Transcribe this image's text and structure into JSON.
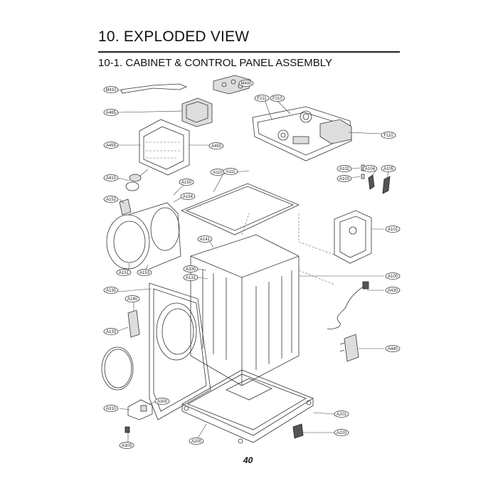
{
  "page": {
    "title": "10. EXPLODED VIEW",
    "subtitle": "10-1. CABINET  & CONTROL PANEL ASSEMBLY",
    "page_number": "40"
  },
  "callouts": [
    {
      "id": "M410",
      "label": "M410"
    },
    {
      "id": "M400",
      "label": "M400"
    },
    {
      "id": "A465",
      "label": "A465"
    },
    {
      "id": "F211",
      "label": "F211"
    },
    {
      "id": "F210",
      "label": "F210"
    },
    {
      "id": "F110",
      "label": "F110"
    },
    {
      "id": "A455",
      "label": "A455"
    },
    {
      "id": "A450",
      "label": "A450"
    },
    {
      "id": "A410",
      "label": "A410"
    },
    {
      "id": "A110",
      "label": "A110"
    },
    {
      "id": "A111",
      "label": "A111"
    },
    {
      "id": "A102",
      "label": "A102"
    },
    {
      "id": "A104",
      "label": "A104"
    },
    {
      "id": "A105",
      "label": "A105"
    },
    {
      "id": "A103",
      "label": "A103"
    },
    {
      "id": "A150",
      "label": "A150"
    },
    {
      "id": "A154",
      "label": "A154"
    },
    {
      "id": "A152",
      "label": "A152"
    },
    {
      "id": "A101",
      "label": "A101"
    },
    {
      "id": "A141",
      "label": "A141"
    },
    {
      "id": "A151",
      "label": "A151"
    },
    {
      "id": "A153",
      "label": "A153"
    },
    {
      "id": "A330",
      "label": "A330"
    },
    {
      "id": "A131",
      "label": "A131"
    },
    {
      "id": "A100",
      "label": "A100"
    },
    {
      "id": "A430",
      "label": "A430"
    },
    {
      "id": "A130",
      "label": "A130"
    },
    {
      "id": "A140",
      "label": "A140"
    },
    {
      "id": "A133",
      "label": "A133"
    },
    {
      "id": "A440",
      "label": "A440"
    },
    {
      "id": "A310",
      "label": "A310"
    },
    {
      "id": "A300",
      "label": "A300"
    },
    {
      "id": "A201",
      "label": "A201"
    },
    {
      "id": "A220",
      "label": "A220"
    },
    {
      "id": "A303",
      "label": "A303"
    },
    {
      "id": "A200",
      "label": "A200"
    }
  ]
}
